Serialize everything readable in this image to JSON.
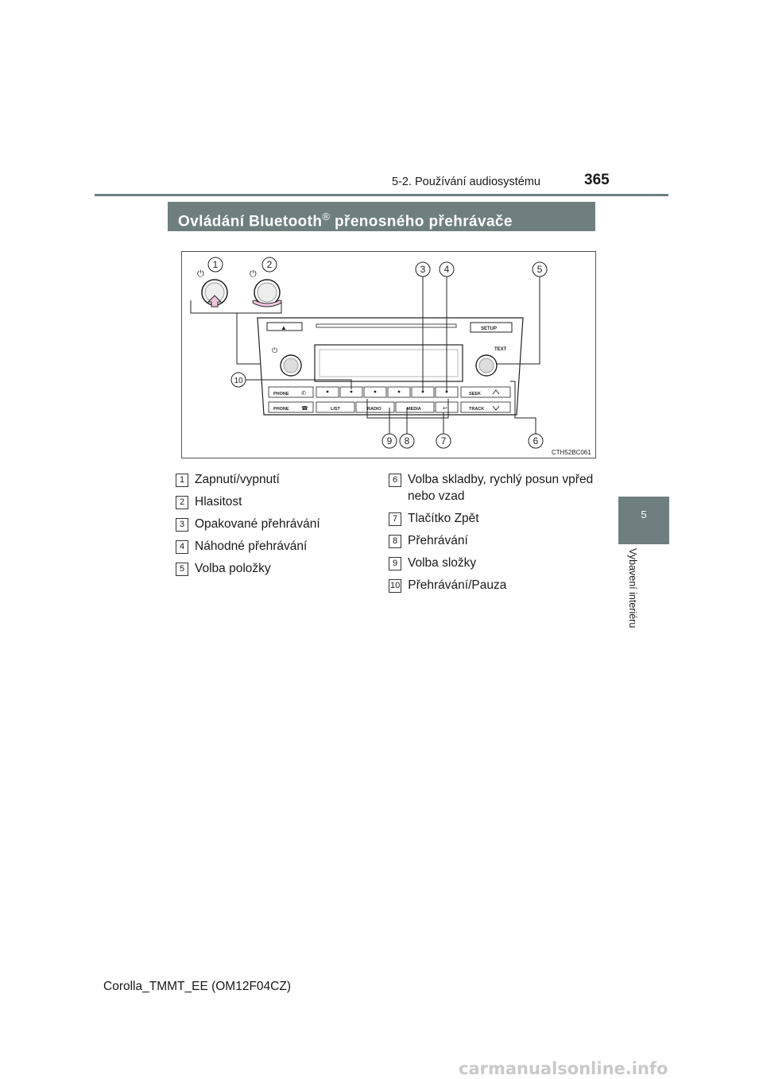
{
  "header": {
    "section": "5-2. Používání audiosystému",
    "page_number": "365"
  },
  "chapter": {
    "number": "5",
    "label": "Vybavení interiéru"
  },
  "banner": {
    "title_pre": "Ovládání Bluetooth",
    "title_reg": "®",
    "title_post": " přenosného přehrávače"
  },
  "figure": {
    "code": "CTH52BC061",
    "callouts": [
      "1",
      "2",
      "3",
      "4",
      "5",
      "6",
      "7",
      "8",
      "9",
      "10"
    ],
    "panel_labels": {
      "setup": "SETUP",
      "text": "TEXT",
      "seek": "SEEK",
      "track": "TRACK",
      "phone_top": "PHONE",
      "phone_bottom": "PHONE",
      "list": "LIST",
      "radio": "RADIO",
      "media": "MEDIA"
    }
  },
  "legend": {
    "left": [
      {
        "num": "1",
        "text": "Zapnutí/vypnutí"
      },
      {
        "num": "2",
        "text": "Hlasitost"
      },
      {
        "num": "3",
        "text": "Opakované přehrávání"
      },
      {
        "num": "4",
        "text": "Náhodné přehrávání"
      },
      {
        "num": "5",
        "text": "Volba položky"
      }
    ],
    "right": [
      {
        "num": "6",
        "text": "Volba skladby, rychlý posun vpřed nebo vzad"
      },
      {
        "num": "7",
        "text": "Tlačítko Zpět"
      },
      {
        "num": "8",
        "text": "Přehrávání"
      },
      {
        "num": "9",
        "text": "Volba složky"
      },
      {
        "num": "10",
        "text": "Přehrávání/Pauza"
      }
    ]
  },
  "footer": {
    "model": "Corolla_TMMT_EE (OM12F04CZ)"
  },
  "watermark": {
    "text": "carmanualsonline.info"
  }
}
